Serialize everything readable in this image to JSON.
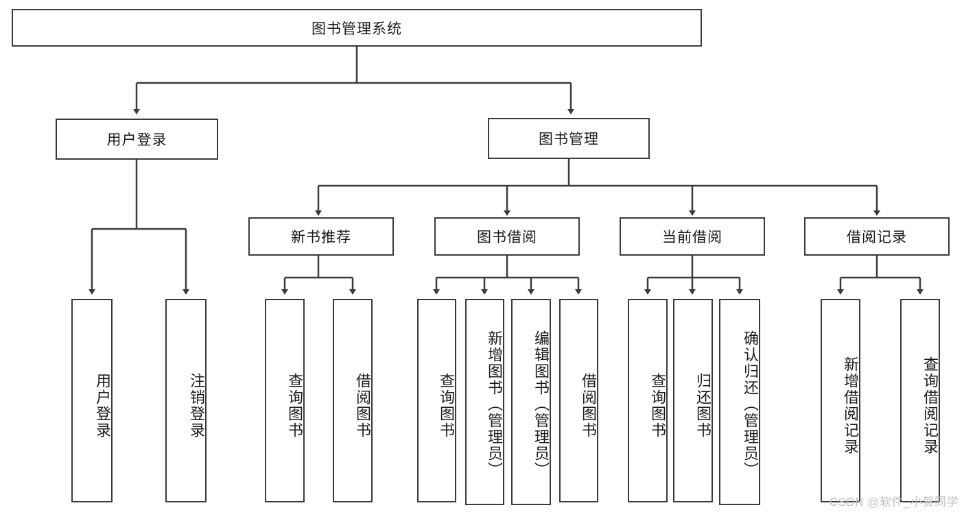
{
  "diagram": {
    "title": "图书管理系统",
    "type": "tree-hierarchy",
    "root": {
      "label": "图书管理系统"
    },
    "level1": [
      {
        "label": "用户登录"
      },
      {
        "label": "图书管理"
      }
    ],
    "level2": [
      {
        "label": "新书推荐"
      },
      {
        "label": "图书借阅"
      },
      {
        "label": "当前借阅"
      },
      {
        "label": "借阅记录"
      }
    ],
    "leaves": {
      "user_login": [
        {
          "label": "用户登录"
        },
        {
          "label": "注销登录"
        }
      ],
      "new_book_recommend": [
        {
          "label": "查询图书"
        },
        {
          "label": "借阅图书"
        }
      ],
      "book_borrow": [
        {
          "label": "查询图书"
        },
        {
          "label": "新增图书（管理员）"
        },
        {
          "label": "编辑图书（管理员）"
        },
        {
          "label": "借阅图书"
        }
      ],
      "current_borrow": [
        {
          "label": "查询图书"
        },
        {
          "label": "归还图书"
        },
        {
          "label": "确认归还（管理员）"
        }
      ],
      "borrow_record": [
        {
          "label": "新增借阅记录"
        },
        {
          "label": "查询借阅记录"
        }
      ]
    }
  },
  "watermark": {
    "text": "CSDN @软件_小贺同学"
  },
  "colors": {
    "stroke": "#3a3a3a",
    "fill": "#ffffff",
    "text": "#1a1a1a",
    "watermark": "#bfbfbf"
  }
}
